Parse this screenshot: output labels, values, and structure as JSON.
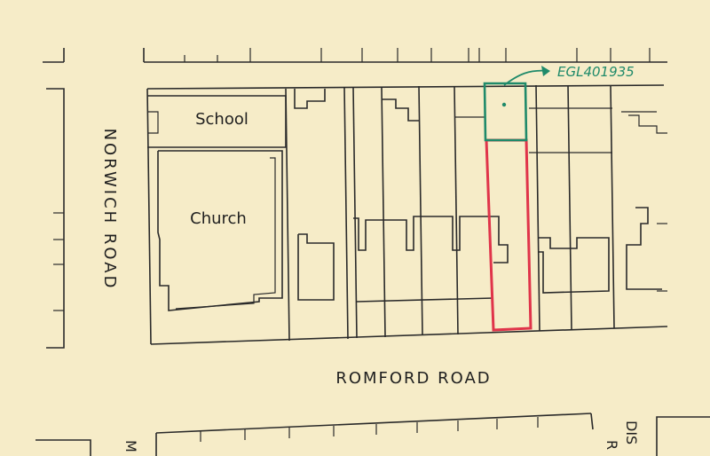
{
  "map": {
    "paper_color": "#f6ecc8",
    "ink_color": "#2a2a2a",
    "title_number": "EGL401935",
    "title_number_color": "#1f8a6a",
    "red_edging_color": "#e0344a",
    "green_edging_color": "#1f8a6a",
    "labels": {
      "school": "School",
      "church": "Church",
      "norwich_road": "NORWICH ROAD",
      "romford_road": "ROMFORD ROAD",
      "partial_bottom_left": "M",
      "partial_bottom_right_line1": "DIS",
      "partial_bottom_right_line2": "R"
    }
  }
}
